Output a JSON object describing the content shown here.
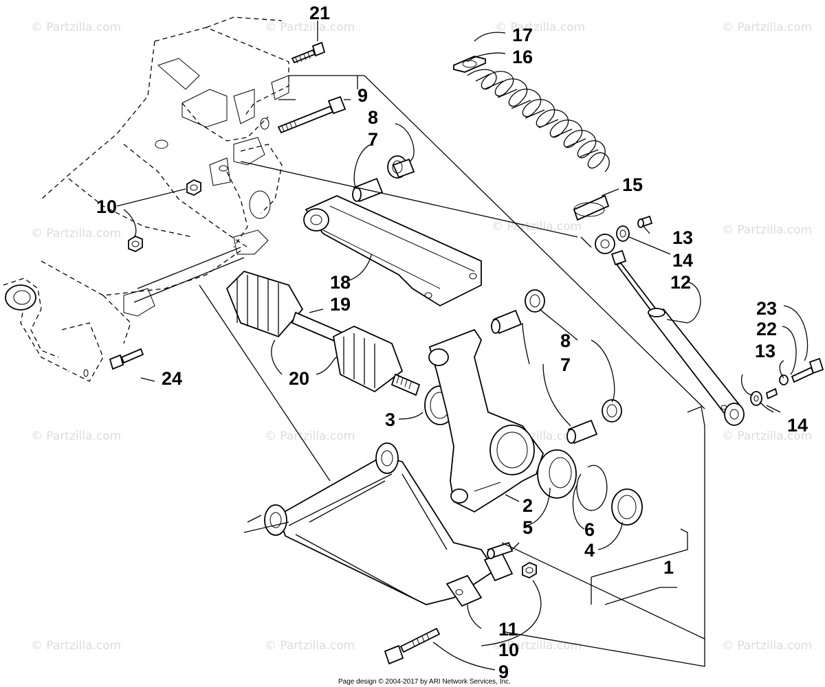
{
  "watermark_text": "© Partzilla.com",
  "footer_text": "Page design © 2004-2017 by ARI Network Services, Inc.",
  "callouts": {
    "c21": "21",
    "c17": "17",
    "c16": "16",
    "c9_top": "9",
    "c8_top": "8",
    "c7_top": "7",
    "c10_top": "10",
    "c15": "15",
    "c13_top": "13",
    "c14_top": "14",
    "c12": "12",
    "c18": "18",
    "c19": "19",
    "c23": "23",
    "c22": "22",
    "c13_right": "13",
    "c8_mid": "8",
    "c7_mid": "7",
    "c24": "24",
    "c20": "20",
    "c3": "3",
    "c14_right": "14",
    "c2": "2",
    "c5": "5",
    "c6": "6",
    "c4": "4",
    "c1": "1",
    "c11": "11",
    "c10_bottom": "10",
    "c9_bottom": "9"
  }
}
